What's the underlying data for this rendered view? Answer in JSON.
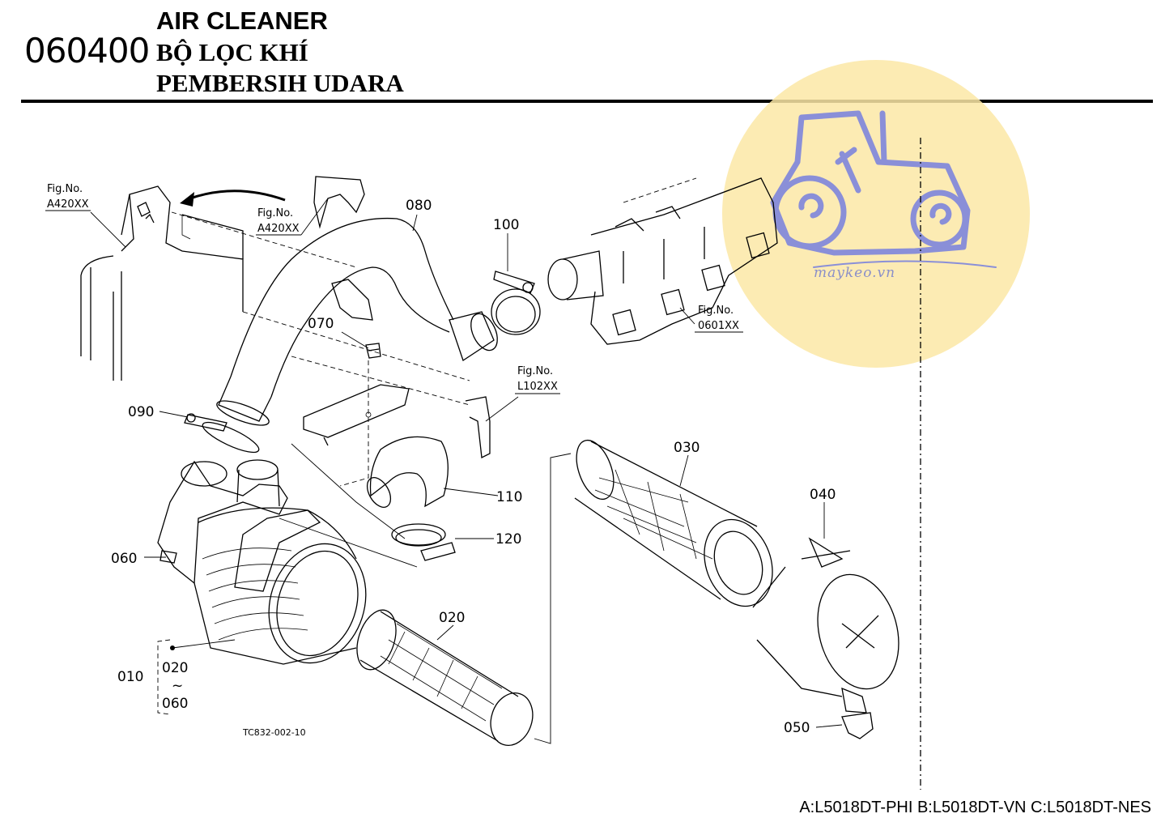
{
  "header": {
    "code": "060400",
    "title_en": "AIR CLEANER",
    "title_vn": "BỘ LỌC KHÍ",
    "title_id": "PEMBERSIH UDARA"
  },
  "callouts": {
    "p010": "010",
    "p020": "020",
    "p020b": "020",
    "p030": "030",
    "p040": "040",
    "p050": "050",
    "p060": "060",
    "p060b": "060",
    "p070": "070",
    "p080": "080",
    "p090": "090",
    "p100": "100",
    "p110": "110",
    "p120": "120",
    "tilde": "~"
  },
  "fig_refs": {
    "ref1_label": "Fig.No.",
    "ref1_code": "A420XX",
    "ref2_label": "Fig.No.",
    "ref2_code": "A420XX",
    "ref3_label": "Fig.No.",
    "ref3_code": "0601XX",
    "ref4_label": "Fig.No.",
    "ref4_code": "L102XX"
  },
  "drawing_code": "TC832-002-10",
  "models_line": "A:L5018DT-PHI B:L5018DT-VN C:L5018DT-NES",
  "watermark": {
    "text": "maykeo.vn",
    "circle_color": "#fbe7a6",
    "logo_color": "#8a8fd8"
  }
}
